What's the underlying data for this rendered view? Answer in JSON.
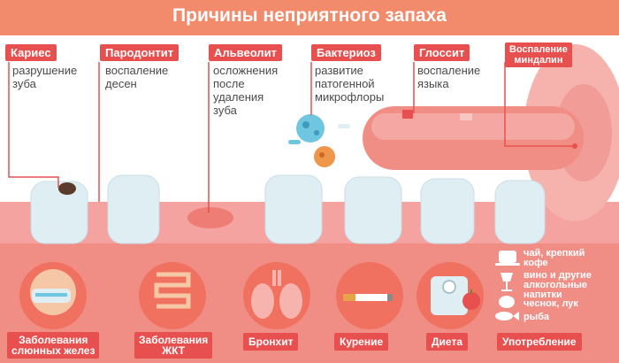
{
  "title": "Причины неприятного запаха",
  "causes": [
    {
      "label": "Кариес",
      "desc": [
        "разрушение",
        "зуба"
      ]
    },
    {
      "label": "Пародонтит",
      "desc": [
        "воспаление",
        "десен"
      ]
    },
    {
      "label": "Альвеолит",
      "desc": [
        "осложнения",
        "после",
        "удаления",
        "зуба"
      ]
    },
    {
      "label": "Бактериоз",
      "desc": [
        "развитие",
        "патогенной",
        "микрофлоры"
      ]
    },
    {
      "label": "Глоссит",
      "desc": [
        "воспаление",
        "языка"
      ]
    },
    {
      "label": [
        "Воспаление",
        "миндалин"
      ]
    }
  ],
  "bottom_labels": [
    [
      "Заболевания",
      "слюнных желез"
    ],
    [
      "Заболевания",
      "ЖКТ"
    ],
    "Бронхит",
    "Курение",
    "Диета",
    "Употребление"
  ],
  "consumption": [
    [
      "чай, крепкий",
      "кофе"
    ],
    [
      "вино и другие",
      "алкогольные",
      "напитки"
    ],
    [
      "чеснок, лук"
    ],
    [
      "рыба"
    ]
  ],
  "icons": [
    "teeth-icon",
    "tongue-icon",
    "bacteria-icon",
    "face-icon",
    "intestine-icon",
    "lungs-icon",
    "cigarette-icon",
    "scale-icon",
    "apple-icon",
    "cup-icon",
    "wine-glass-icon",
    "garlic-icon",
    "fish-icon"
  ],
  "colors": {
    "accent": "#e8504f",
    "gum": "#f4a3a0",
    "title_band": "#f28b6b",
    "tooth": "#dfeef3",
    "circle": "#f0715f"
  }
}
